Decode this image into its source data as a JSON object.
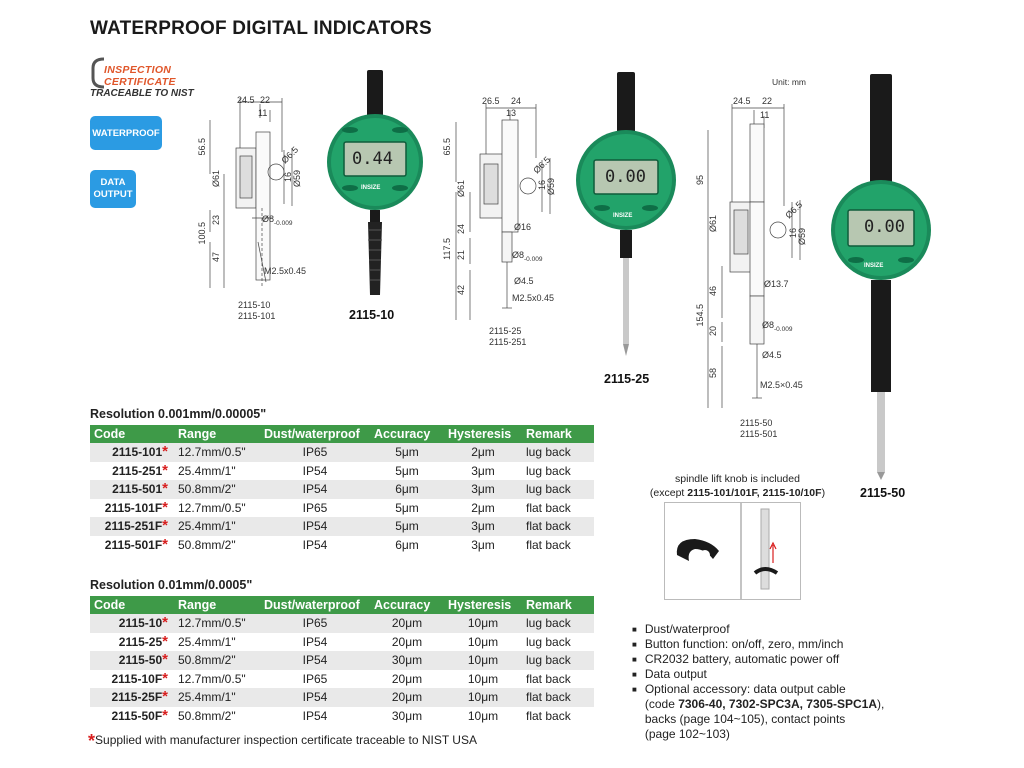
{
  "page": {
    "title": "WATERPROOF DIGITAL INDICATORS",
    "unit": "Unit: mm"
  },
  "certificate": {
    "line1": "INSPECTION",
    "line2": "CERTIFICATE",
    "traceable": "TRACEABLE TO NIST"
  },
  "badges": {
    "waterproof": "WATERPROOF",
    "data_line1": "DATA",
    "data_line2": "OUTPUT"
  },
  "drawings": {
    "d1": {
      "dims": [
        "24.5",
        "22",
        "11",
        "56.5",
        "Ø61",
        "Ø6.5",
        "16",
        "Ø59",
        "100.5",
        "23",
        "Ø8",
        "-0.009",
        "47",
        "M2.5x0.45"
      ],
      "codes": [
        "2115-10",
        "2115-101"
      ]
    },
    "d2": {
      "dims": [
        "26.5",
        "24",
        "13",
        "65.5",
        "Ø61",
        "Ø6.5",
        "16",
        "Ø59",
        "117.5",
        "24",
        "Ø16",
        "21",
        "Ø8",
        "-0.009",
        "Ø4.5",
        "42",
        "M2.5x0.45"
      ],
      "codes": [
        "2115-25",
        "2115-251"
      ]
    },
    "d3": {
      "dims": [
        "24.5",
        "22",
        "11",
        "95",
        "Ø61",
        "Ø6.5",
        "16",
        "Ø59",
        "Ø13.7",
        "46",
        "154.5",
        "20",
        "Ø8",
        "-0.009",
        "Ø4.5",
        "58",
        "M2.5×0.45"
      ],
      "codes": [
        "2115-50",
        "2115-501"
      ]
    }
  },
  "photos": {
    "p1": {
      "label": "2115-10",
      "display": "0.44"
    },
    "p2": {
      "label": "2115-25",
      "display": "0.00"
    },
    "p3": {
      "label": "2115-50",
      "display": "0.00"
    },
    "brand": "INSIZE"
  },
  "table1": {
    "title": "Resolution 0.001mm/0.00005\"",
    "headers": [
      "Code",
      "Range",
      "Dust/waterproof",
      "Accuracy",
      "Hysteresis",
      "Remark"
    ],
    "rows": [
      {
        "code": "2115-101",
        "range": "12.7mm/0.5\"",
        "dust": "IP65",
        "accuracy": "5μm",
        "hysteresis": "2μm",
        "remark": "lug back"
      },
      {
        "code": "2115-251",
        "range": "25.4mm/1\"",
        "dust": "IP54",
        "accuracy": "5μm",
        "hysteresis": "3μm",
        "remark": "lug back"
      },
      {
        "code": "2115-501",
        "range": "50.8mm/2\"",
        "dust": "IP54",
        "accuracy": "6μm",
        "hysteresis": "3μm",
        "remark": "lug back"
      },
      {
        "code": "2115-101F",
        "range": "12.7mm/0.5\"",
        "dust": "IP65",
        "accuracy": "5μm",
        "hysteresis": "2μm",
        "remark": "flat back"
      },
      {
        "code": "2115-251F",
        "range": "25.4mm/1\"",
        "dust": "IP54",
        "accuracy": "5μm",
        "hysteresis": "3μm",
        "remark": "flat back"
      },
      {
        "code": "2115-501F",
        "range": "50.8mm/2\"",
        "dust": "IP54",
        "accuracy": "6μm",
        "hysteresis": "3μm",
        "remark": "flat back"
      }
    ]
  },
  "table2": {
    "title": "Resolution 0.01mm/0.0005\"",
    "headers": [
      "Code",
      "Range",
      "Dust/waterproof",
      "Accuracy",
      "Hysteresis",
      "Remark"
    ],
    "rows": [
      {
        "code": "2115-10",
        "range": "12.7mm/0.5\"",
        "dust": "IP65",
        "accuracy": "20μm",
        "hysteresis": "10μm",
        "remark": "lug back"
      },
      {
        "code": "2115-25",
        "range": "25.4mm/1\"",
        "dust": "IP54",
        "accuracy": "20μm",
        "hysteresis": "10μm",
        "remark": "lug back"
      },
      {
        "code": "2115-50",
        "range": "50.8mm/2\"",
        "dust": "IP54",
        "accuracy": "30μm",
        "hysteresis": "10μm",
        "remark": "lug back"
      },
      {
        "code": "2115-10F",
        "range": "12.7mm/0.5\"",
        "dust": "IP65",
        "accuracy": "20μm",
        "hysteresis": "10μm",
        "remark": "flat back"
      },
      {
        "code": "2115-25F",
        "range": "25.4mm/1\"",
        "dust": "IP54",
        "accuracy": "20μm",
        "hysteresis": "10μm",
        "remark": "flat back"
      },
      {
        "code": "2115-50F",
        "range": "50.8mm/2\"",
        "dust": "IP54",
        "accuracy": "30μm",
        "hysteresis": "10μm",
        "remark": "flat back"
      }
    ]
  },
  "star": "*",
  "footnote": "Supplied with manufacturer inspection certificate traceable to NIST USA",
  "knob": {
    "line1": "spindle lift knob is included",
    "line2_prefix": "(except ",
    "line2_codes": "2115-101/101F, 2115-10/10F",
    "line2_suffix": ")"
  },
  "features": {
    "f1": "Dust/waterproof",
    "f2": "Button function: on/off, zero, mm/inch",
    "f3": "CR2032 battery, automatic power off",
    "f4": "Data output",
    "f5a": "Optional accessory: data output cable",
    "f5b_prefix": "(code ",
    "f5b_codes": "7306-40, 7302-SPC3A, 7305-SPC1A",
    "f5b_suffix": "),",
    "f5c": "backs (page 104~105), contact points",
    "f5d": "(page 102~103)"
  },
  "colors": {
    "table_header": "#3e9a48",
    "badge": "#2b9be3",
    "gauge_green": "#1a8a5a",
    "star": "#d81e1e",
    "cert_orange": "#e0562a"
  }
}
